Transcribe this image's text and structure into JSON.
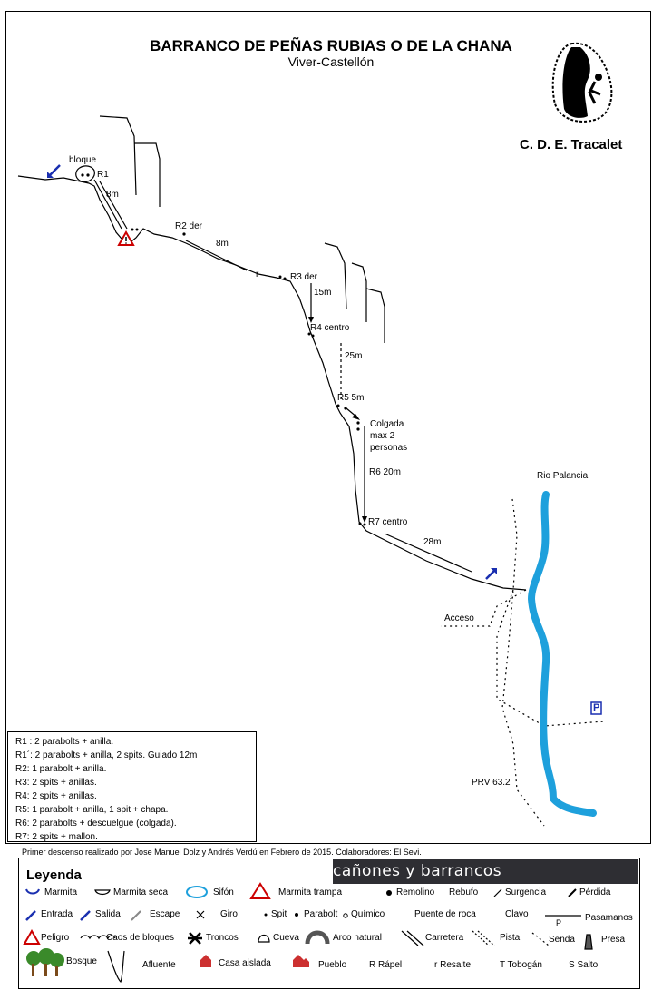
{
  "header": {
    "title": "BARRANCO DE PEÑAS RUBIAS O DE LA CHANA",
    "subtitle": "Viver-Castellón",
    "club": "C. D. E. Tracalet"
  },
  "topo": {
    "bloque": "bloque",
    "r1": "R1",
    "r1_len": "8m",
    "r2": "R2 der",
    "r2_len": "8m",
    "resalte": "r",
    "r3": "R3 der",
    "r3_len": "15m",
    "r4": "R4 centro",
    "r4_len": "25m",
    "r5": "R5 5m",
    "colgada": [
      "Colgada",
      "max 2",
      "personas"
    ],
    "r6": "R6 20m",
    "r7": "R7 centro",
    "r7_len": "28m",
    "rio": "Rio Palancia",
    "acceso": "Acceso",
    "road": "PRV 63.2",
    "parking": "P"
  },
  "notes": [
    "R1 : 2 parabolts + anilla.",
    "R1´: 2 parabolts + anilla, 2 spits. Guiado 12m",
    "R2: 1 parabolt + anilla.",
    "R3: 2 spits + anillas.",
    "R4: 2 spits + anillas.",
    "R5: 1 parabolt + anilla, 1 spit + chapa.",
    "R6: 2 parabolts + descuelgue (colgada).",
    "R7: 2 spits + mallon."
  ],
  "credits": "Primer descenso realizado por Jose Manuel Dolz y Andrés Verdú en Febrero de 2015.    Colaboradores: El Sevi.",
  "legend": {
    "title": "Leyenda",
    "banner": "cañones y barrancos",
    "items": {
      "marmita": "Marmita",
      "marmita_seca": "Marmita seca",
      "sifon": "Sifón",
      "marmita_trampa": "Marmita trampa",
      "remolino": "Remolino",
      "rebufo": "Rebufo",
      "surgencia": "Surgencia",
      "perdida": "Pérdida",
      "entrada": "Entrada",
      "salida": "Salida",
      "escape": "Escape",
      "giro": "Giro",
      "spit": "Spit",
      "parabolt": "Parabolt",
      "quimico": "Químico",
      "puente_roca": "Puente de roca",
      "clavo": "Clavo",
      "pasamanos": "Pasamanos",
      "peligro": "Peligro",
      "caos": "Caos de bloques",
      "troncos": "Troncos",
      "cueva": "Cueva",
      "arco": "Arco natural",
      "carretera": "Carretera",
      "pista": "Pista",
      "senda": "Senda",
      "presa": "Presa",
      "bosque": "Bosque",
      "afluente": "Afluente",
      "casa": "Casa aislada",
      "pueblo": "Pueblo",
      "rapel": "R Rápel",
      "resalte": "r Resalte",
      "tobogan": "T Tobogán",
      "salto": "S Salto",
      "pasamanos_p": "P"
    }
  },
  "colors": {
    "river": "#1ea0dc",
    "arrow": "#1a2fb0",
    "peligro": "#cc0000",
    "banner_bg": "#2e2e33"
  },
  "icons": [
    "climber-logo-icon",
    "entrada-arrow-icon",
    "salida-arrow-icon",
    "peligro-icon",
    "parking-icon"
  ]
}
